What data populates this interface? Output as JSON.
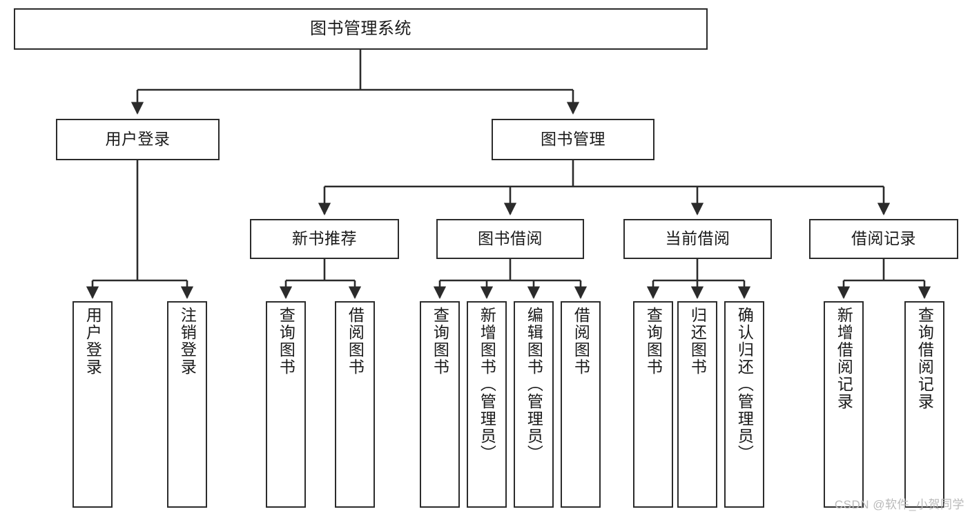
{
  "diagram": {
    "title": "图书管理系统",
    "type": "tree-hierarchy-chart",
    "watermark": "CSDN @软件_小贺同学",
    "colors": {
      "border": "#2b2b2b",
      "background": "#ffffff",
      "text": "#1a1a1a",
      "connector": "#2b2b2b",
      "watermark": "#b9b9b9"
    }
  },
  "nodes": {
    "root": {
      "label": "图书管理系统"
    },
    "level2": [
      {
        "label": "用户登录"
      },
      {
        "label": "图书管理"
      }
    ],
    "level3": [
      {
        "label": "新书推荐"
      },
      {
        "label": "图书借阅"
      },
      {
        "label": "当前借阅"
      },
      {
        "label": "借阅记录"
      }
    ],
    "leaves": {
      "user_login": [
        {
          "label": "用户登录"
        },
        {
          "label": "注销登录"
        }
      ],
      "new_book_recommend": [
        {
          "label": "查询图书"
        },
        {
          "label": "借阅图书"
        }
      ],
      "book_borrow": [
        {
          "label": "查询图书"
        },
        {
          "label": "新增图书（管理员）"
        },
        {
          "label": "编辑图书（管理员）"
        },
        {
          "label": "借阅图书"
        }
      ],
      "current_borrow": [
        {
          "label": "查询图书"
        },
        {
          "label": "归还图书"
        },
        {
          "label": "确认归还（管理员）"
        }
      ],
      "borrow_record": [
        {
          "label": "新增借阅记录"
        },
        {
          "label": "查询借阅记录"
        }
      ]
    }
  }
}
